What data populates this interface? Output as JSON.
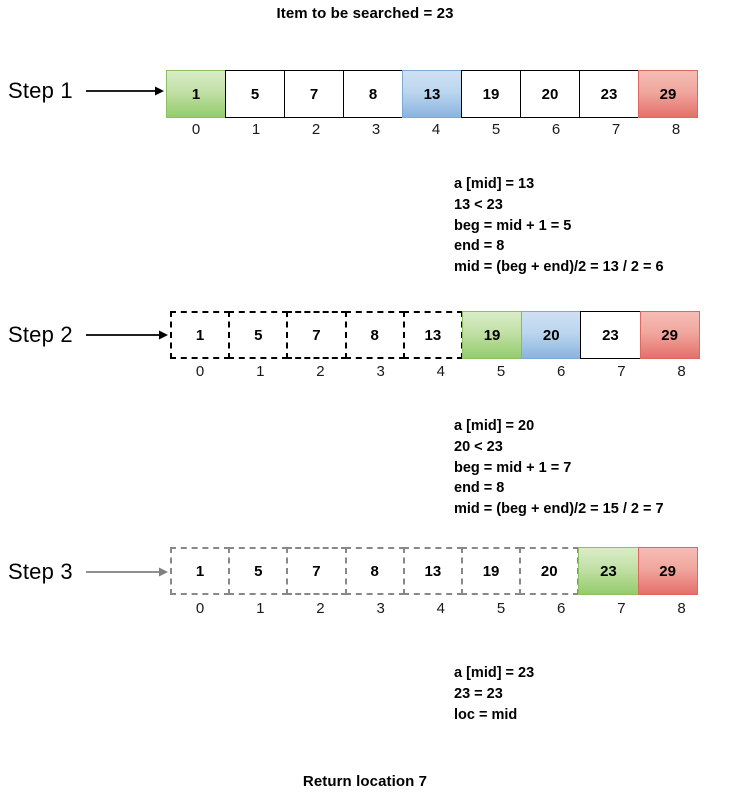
{
  "title": "Item to be searched = 23",
  "footer": "Return location 7",
  "colors": {
    "green": "#9ccc6c",
    "blue": "#8ab4e0",
    "red": "#e4706a",
    "dashed_black": "#000000",
    "dashed_gray": "#888888",
    "arrow_black": "#000000",
    "arrow_gray": "#808080"
  },
  "steps": [
    {
      "label": "Step 1",
      "arrow_color": "#000000",
      "cells": [
        {
          "value": "1",
          "index": "0",
          "style": "green"
        },
        {
          "value": "5",
          "index": "1",
          "style": "solid"
        },
        {
          "value": "7",
          "index": "2",
          "style": "solid"
        },
        {
          "value": "8",
          "index": "3",
          "style": "solid"
        },
        {
          "value": "13",
          "index": "4",
          "style": "blue"
        },
        {
          "value": "19",
          "index": "5",
          "style": "solid"
        },
        {
          "value": "20",
          "index": "6",
          "style": "solid"
        },
        {
          "value": "23",
          "index": "7",
          "style": "solid"
        },
        {
          "value": "29",
          "index": "8",
          "style": "red"
        }
      ],
      "annotation": [
        "a [mid] = 13",
        "13 < 23",
        "beg = mid + 1 = 5",
        "end = 8",
        "mid = (beg + end)/2 = 13 / 2 = 6"
      ]
    },
    {
      "label": "Step 2",
      "arrow_color": "#000000",
      "cells": [
        {
          "value": "1",
          "index": "0",
          "style": "dashed-black"
        },
        {
          "value": "5",
          "index": "1",
          "style": "dashed-black"
        },
        {
          "value": "7",
          "index": "2",
          "style": "dashed-black"
        },
        {
          "value": "8",
          "index": "3",
          "style": "dashed-black"
        },
        {
          "value": "13",
          "index": "4",
          "style": "dashed-black"
        },
        {
          "value": "19",
          "index": "5",
          "style": "green"
        },
        {
          "value": "20",
          "index": "6",
          "style": "blue"
        },
        {
          "value": "23",
          "index": "7",
          "style": "solid"
        },
        {
          "value": "29",
          "index": "8",
          "style": "red"
        }
      ],
      "annotation": [
        "a [mid] = 20",
        "20 < 23",
        "beg = mid + 1 = 7",
        "end = 8",
        "mid = (beg + end)/2 = 15 / 2 = 7"
      ]
    },
    {
      "label": "Step 3",
      "arrow_color": "#808080",
      "cells": [
        {
          "value": "1",
          "index": "0",
          "style": "dashed-gray"
        },
        {
          "value": "5",
          "index": "1",
          "style": "dashed-gray"
        },
        {
          "value": "7",
          "index": "2",
          "style": "dashed-gray"
        },
        {
          "value": "8",
          "index": "3",
          "style": "dashed-gray"
        },
        {
          "value": "13",
          "index": "4",
          "style": "dashed-gray"
        },
        {
          "value": "19",
          "index": "5",
          "style": "dashed-gray"
        },
        {
          "value": "20",
          "index": "6",
          "style": "dashed-gray"
        },
        {
          "value": "23",
          "index": "7",
          "style": "green"
        },
        {
          "value": "29",
          "index": "8",
          "style": "red"
        }
      ],
      "annotation": [
        "a [mid] = 23",
        "23 = 23",
        "loc = mid"
      ]
    }
  ]
}
